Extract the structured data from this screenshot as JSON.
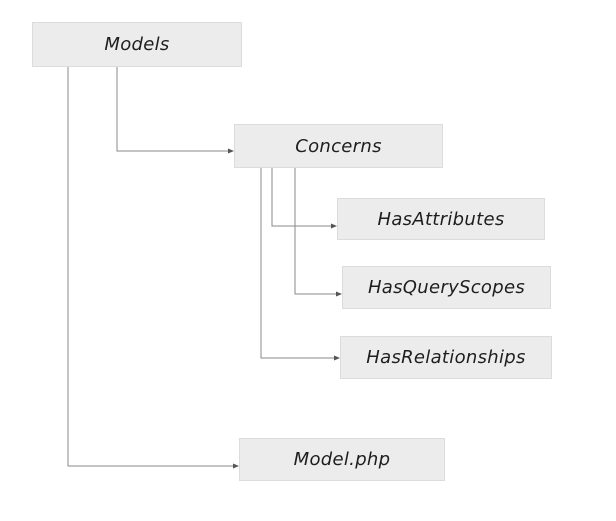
{
  "diagram": {
    "type": "tree",
    "colors": {
      "node_fill": "#ececec",
      "node_border": "#dcdcdc",
      "connector": "#8a8a8a",
      "text": "#1e1e1e"
    },
    "nodes": {
      "models": "Models",
      "concerns": "Concerns",
      "has_attributes": "HasAttributes",
      "has_query_scopes": "HasQueryScopes",
      "has_relationships": "HasRelationships",
      "model_php": "Model.php"
    },
    "edges": [
      {
        "from": "models",
        "to": "concerns"
      },
      {
        "from": "models",
        "to": "model_php"
      },
      {
        "from": "concerns",
        "to": "has_attributes"
      },
      {
        "from": "concerns",
        "to": "has_query_scopes"
      },
      {
        "from": "concerns",
        "to": "has_relationships"
      }
    ]
  }
}
